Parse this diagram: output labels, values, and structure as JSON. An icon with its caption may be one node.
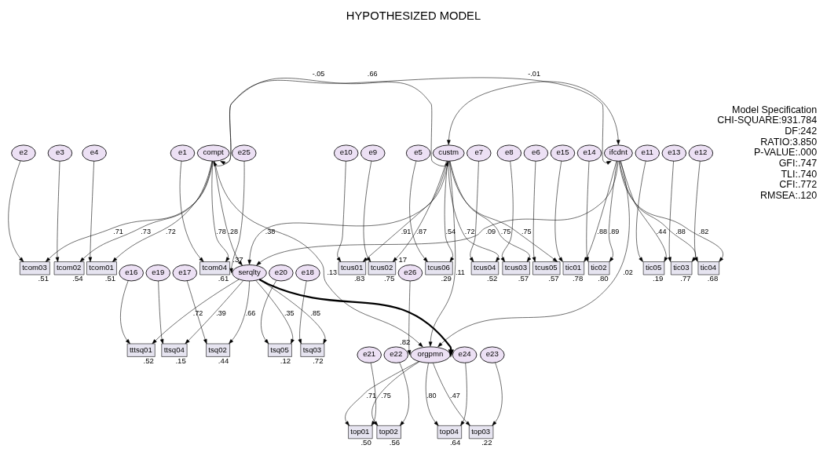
{
  "diagram": {
    "title": "HYPOTHESIZED MODEL",
    "nodes": [
      {
        "text": [
          "e4"
        ]
      },
      {
        "text": [
          "tcom01"
        ],
        "beside": [
          ".51"
        ]
      },
      {
        "text": [
          "e3"
        ]
      },
      {
        "text": [
          "tcom02"
        ],
        "beside": [
          ".54"
        ]
      },
      {
        "text": [
          "e2"
        ]
      },
      {
        "text": [
          "tcom03"
        ],
        "beside": [
          ".51"
        ]
      },
      {
        "text": [
          "e1"
        ]
      },
      {
        "text": [
          "tcom04"
        ],
        "beside": [
          ".61"
        ]
      },
      {
        "text": [
          "e10"
        ]
      },
      {
        "text": [
          "tcus01"
        ],
        "beside": [
          ".83"
        ]
      },
      {
        "text": [
          "e9"
        ]
      },
      {
        "text": [
          "tcus02"
        ],
        "beside": [
          ".75"
        ]
      },
      {
        "text": [
          "e8"
        ]
      },
      {
        "text": [
          "tcus03"
        ],
        "beside": [
          ".57"
        ]
      },
      {
        "text": [
          "e7"
        ]
      },
      {
        "text": [
          "tcus04"
        ],
        "beside": [
          ".52"
        ]
      },
      {
        "text": [
          "e6"
        ]
      },
      {
        "text": [
          "tcus05"
        ],
        "beside": [
          ".57"
        ]
      },
      {
        "text": [
          "e5"
        ]
      },
      {
        "text": [
          "tcus06"
        ],
        "beside": [
          ".29"
        ]
      },
      {
        "text": [
          "e15"
        ]
      },
      {
        "text": [
          "tic01"
        ],
        "beside": [
          ".78"
        ]
      },
      {
        "text": [
          "e14"
        ]
      },
      {
        "text": [
          "tic02"
        ],
        "beside": [
          ".80"
        ]
      },
      {
        "text": [
          "e13"
        ]
      },
      {
        "text": [
          "tic03"
        ],
        "beside": [
          ".77"
        ]
      },
      {
        "text": [
          "e12"
        ]
      },
      {
        "text": [
          "tic04"
        ],
        "beside": [
          ".68"
        ]
      },
      {
        "text": [
          "e11"
        ]
      },
      {
        "text": [
          "tic05"
        ],
        "beside": [
          ".19"
        ]
      },
      {
        "text": [
          "compt"
        ]
      },
      {
        "text": [
          "custm"
        ]
      },
      {
        "text": [
          "ifcdnt"
        ]
      },
      {
        "text": [
          "e16"
        ]
      },
      {
        "text": [
          "e17"
        ]
      },
      {
        "text": [
          "e18"
        ]
      },
      {
        "text": [
          "e19"
        ]
      },
      {
        "text": [
          "e20"
        ]
      },
      {
        "text": [
          "tttsq01"
        ],
        "beside": [
          ".52"
        ]
      },
      {
        "text": [
          "tsq02"
        ],
        "beside": [
          ".44"
        ]
      },
      {
        "text": [
          "tsq03"
        ],
        "beside": [
          ".72"
        ]
      },
      {
        "text": [
          "ttsq04"
        ],
        "beside": [
          ".15"
        ]
      },
      {
        "text": [
          "tsq05"
        ],
        "beside": [
          ".12"
        ]
      },
      {
        "text": [
          "serqlty"
        ],
        "beside": [
          ".37"
        ]
      },
      {
        "text": [
          "e25"
        ]
      },
      {
        "text": [
          "e26"
        ],
        "beside": [
          "17"
        ]
      },
      {
        "text": [
          "orgpmn"
        ],
        "beside": [
          ".82"
        ]
      },
      {
        "text": [
          "top01"
        ],
        "beside": [
          ".50"
        ]
      },
      {
        "text": [
          "e21"
        ]
      },
      {
        "text": [
          "top02"
        ],
        "beside": [
          ".56"
        ]
      },
      {
        "text": [
          "e22"
        ]
      },
      {
        "text": [
          "top03"
        ],
        "beside": [
          ".22"
        ]
      },
      {
        "text": [
          "e23"
        ]
      },
      {
        "text": [
          "top04"
        ],
        "beside": [
          ".64"
        ]
      },
      {
        "text": [
          "e24"
        ]
      }
    ],
    "edges": [
      {
        "from": 0,
        "to": 1,
        "arrow": "to"
      },
      {
        "from": 2,
        "to": 3,
        "arrow": "to"
      },
      {
        "from": 4,
        "to": 5,
        "arrow": "to"
      },
      {
        "from": 6,
        "to": 7,
        "arrow": "to"
      },
      {
        "from": 8,
        "to": 9,
        "arrow": "to"
      },
      {
        "from": 10,
        "to": 11,
        "arrow": "to"
      },
      {
        "from": 12,
        "to": 13,
        "arrow": "to"
      },
      {
        "from": 14,
        "to": 15,
        "arrow": "to"
      },
      {
        "from": 16,
        "to": 17,
        "arrow": "to"
      },
      {
        "from": 18,
        "to": 19,
        "arrow": "to"
      },
      {
        "from": 20,
        "to": 21,
        "arrow": "to"
      },
      {
        "from": 22,
        "to": 23,
        "arrow": "to"
      },
      {
        "from": 24,
        "to": 25,
        "arrow": "to"
      },
      {
        "from": 26,
        "to": 27,
        "arrow": "to"
      },
      {
        "from": 28,
        "to": 29,
        "arrow": "to"
      },
      {
        "from": 30,
        "to": 1,
        "arrow": "to",
        "label": ".72"
      },
      {
        "from": 30,
        "to": 3,
        "arrow": "to",
        "label": ".73"
      },
      {
        "from": 30,
        "to": 5,
        "arrow": "to",
        "label": ".71"
      },
      {
        "from": 30,
        "to": 7,
        "arrow": "to",
        "label": ".78"
      },
      {
        "from": 31,
        "to": 9,
        "arrow": "to",
        "label": ".91"
      },
      {
        "from": 31,
        "to": 11,
        "arrow": "to",
        "label": ".87"
      },
      {
        "from": 31,
        "to": 13,
        "arrow": "to",
        "label": ".75"
      },
      {
        "from": 31,
        "to": 15,
        "arrow": "to",
        "label": ".72"
      },
      {
        "from": 31,
        "to": 17,
        "arrow": "to",
        "label": ".75"
      },
      {
        "from": 31,
        "to": 19,
        "arrow": "to",
        "label": ".54"
      },
      {
        "from": 32,
        "to": 21,
        "arrow": "to",
        "label": ".88"
      },
      {
        "from": 32,
        "to": 23,
        "arrow": "to",
        "label": ".89"
      },
      {
        "from": 32,
        "to": 25,
        "arrow": "to",
        "label": ".88"
      },
      {
        "from": 32,
        "to": 27,
        "arrow": "to",
        "label": ".82"
      },
      {
        "from": 32,
        "to": 29,
        "arrow": "to",
        "label": ".44"
      },
      {
        "from": 33,
        "to": 38,
        "arrow": "to"
      },
      {
        "from": 34,
        "to": 39,
        "arrow": "to"
      },
      {
        "from": 35,
        "to": 40,
        "arrow": "to"
      },
      {
        "from": 36,
        "to": 41,
        "arrow": "to"
      },
      {
        "from": 37,
        "to": 42,
        "arrow": "to"
      },
      {
        "from": 43,
        "to": 38,
        "arrow": "to",
        "label": ".72"
      },
      {
        "from": 43,
        "to": 39,
        "arrow": "to",
        "label": ".66"
      },
      {
        "from": 43,
        "to": 40,
        "arrow": "to",
        "label": ".85"
      },
      {
        "from": 43,
        "to": 41,
        "arrow": "to",
        "label": ".39"
      },
      {
        "from": 43,
        "to": 42,
        "arrow": "to",
        "label": ".35"
      },
      {
        "from": 44,
        "to": 43,
        "arrow": "to"
      },
      {
        "from": 45,
        "to": 46,
        "arrow": "to"
      },
      {
        "from": 30,
        "to": 43,
        "arrow": "to",
        "label": ".28"
      },
      {
        "from": 30,
        "to": 46,
        "arrow": "to",
        "label": ".13"
      },
      {
        "from": 31,
        "to": 43,
        "arrow": "to",
        "label": ".38"
      },
      {
        "from": 31,
        "to": 46,
        "arrow": "to",
        "label": ".11"
      },
      {
        "from": 32,
        "to": 43,
        "arrow": "to",
        "label": ".09"
      },
      {
        "from": 32,
        "to": 46,
        "arrow": "to",
        "label": ".02"
      },
      {
        "from": 43,
        "to": 46,
        "arrow": "to",
        "style": "thick"
      },
      {
        "from": 30,
        "to": 31,
        "arrow": "both",
        "label": ".66"
      },
      {
        "from": 31,
        "to": 32,
        "arrow": "both",
        "label": "-.01"
      },
      {
        "from": 30,
        "to": 32,
        "arrow": "both",
        "label": "-.05"
      },
      {
        "from": 46,
        "to": 47,
        "arrow": "to",
        "label": ".71"
      },
      {
        "from": 46,
        "to": 49,
        "arrow": "to",
        "label": ".75"
      },
      {
        "from": 46,
        "to": 51,
        "arrow": "to",
        "label": ".47"
      },
      {
        "from": 46,
        "to": 53,
        "arrow": "to",
        "label": ".80"
      },
      {
        "from": 48,
        "to": 47,
        "arrow": "to"
      },
      {
        "from": 50,
        "to": 49,
        "arrow": "to"
      },
      {
        "from": 52,
        "to": 51,
        "arrow": "to"
      },
      {
        "from": 54,
        "to": 53,
        "arrow": "to"
      }
    ],
    "labels": [
      "Model Specification",
      "CHI-SQUARE:931.784",
      "DF:242",
      "RATIO:3.850",
      "P-VALUE:.000",
      "GFI:.747",
      "TLI:.740",
      "CFI:.772",
      "RMSEA:.120"
    ]
  }
}
